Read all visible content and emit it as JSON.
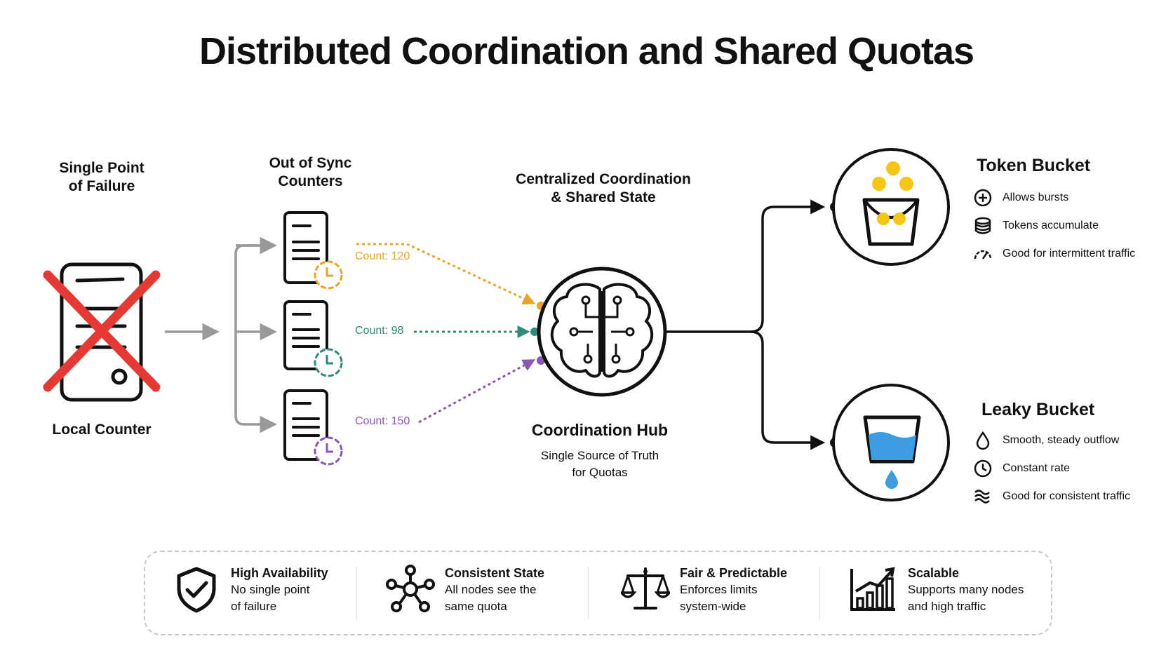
{
  "title": "Distributed Coordination and Shared Quotas",
  "left": {
    "heading": "Single Point\nof Failure",
    "caption": "Local Counter"
  },
  "sync": {
    "heading": "Out of Sync\nCounters",
    "counters": [
      {
        "label": "Count: 120",
        "color": "#e8a32a"
      },
      {
        "label": "Count: 98",
        "color": "#2f8a78"
      },
      {
        "label": "Count: 150",
        "color": "#8b57b6"
      }
    ]
  },
  "hub": {
    "heading": "Centralized Coordination\n& Shared State",
    "name": "Coordination Hub",
    "desc": "Single Source of Truth\nfor Quotas"
  },
  "token_bucket": {
    "title": "Token Bucket",
    "features": [
      {
        "icon": "plus-circle-icon",
        "text": "Allows bursts"
      },
      {
        "icon": "coin-stack-icon",
        "text": "Tokens accumulate"
      },
      {
        "icon": "gauge-icon",
        "text": "Good for intermittent traffic"
      }
    ]
  },
  "leaky_bucket": {
    "title": "Leaky Bucket",
    "features": [
      {
        "icon": "droplet-icon",
        "text": "Smooth, steady outflow"
      },
      {
        "icon": "clock-icon",
        "text": "Constant rate"
      },
      {
        "icon": "waves-icon",
        "text": "Good for consistent traffic"
      }
    ]
  },
  "benefits": [
    {
      "icon": "shield-check-icon",
      "title": "High Availability",
      "desc": "No single point\nof failure"
    },
    {
      "icon": "network-icon",
      "title": "Consistent State",
      "desc": "All nodes see the\nsame quota"
    },
    {
      "icon": "scales-icon",
      "title": "Fair & Predictable",
      "desc": "Enforces limits\nsystem-wide"
    },
    {
      "icon": "growth-chart-icon",
      "title": "Scalable",
      "desc": "Supports many nodes\nand high traffic"
    }
  ],
  "colors": {
    "failure_cross": "#e53935",
    "gold": "#f5c518",
    "water": "#3c9ee0",
    "arrow_gray": "#999999"
  }
}
